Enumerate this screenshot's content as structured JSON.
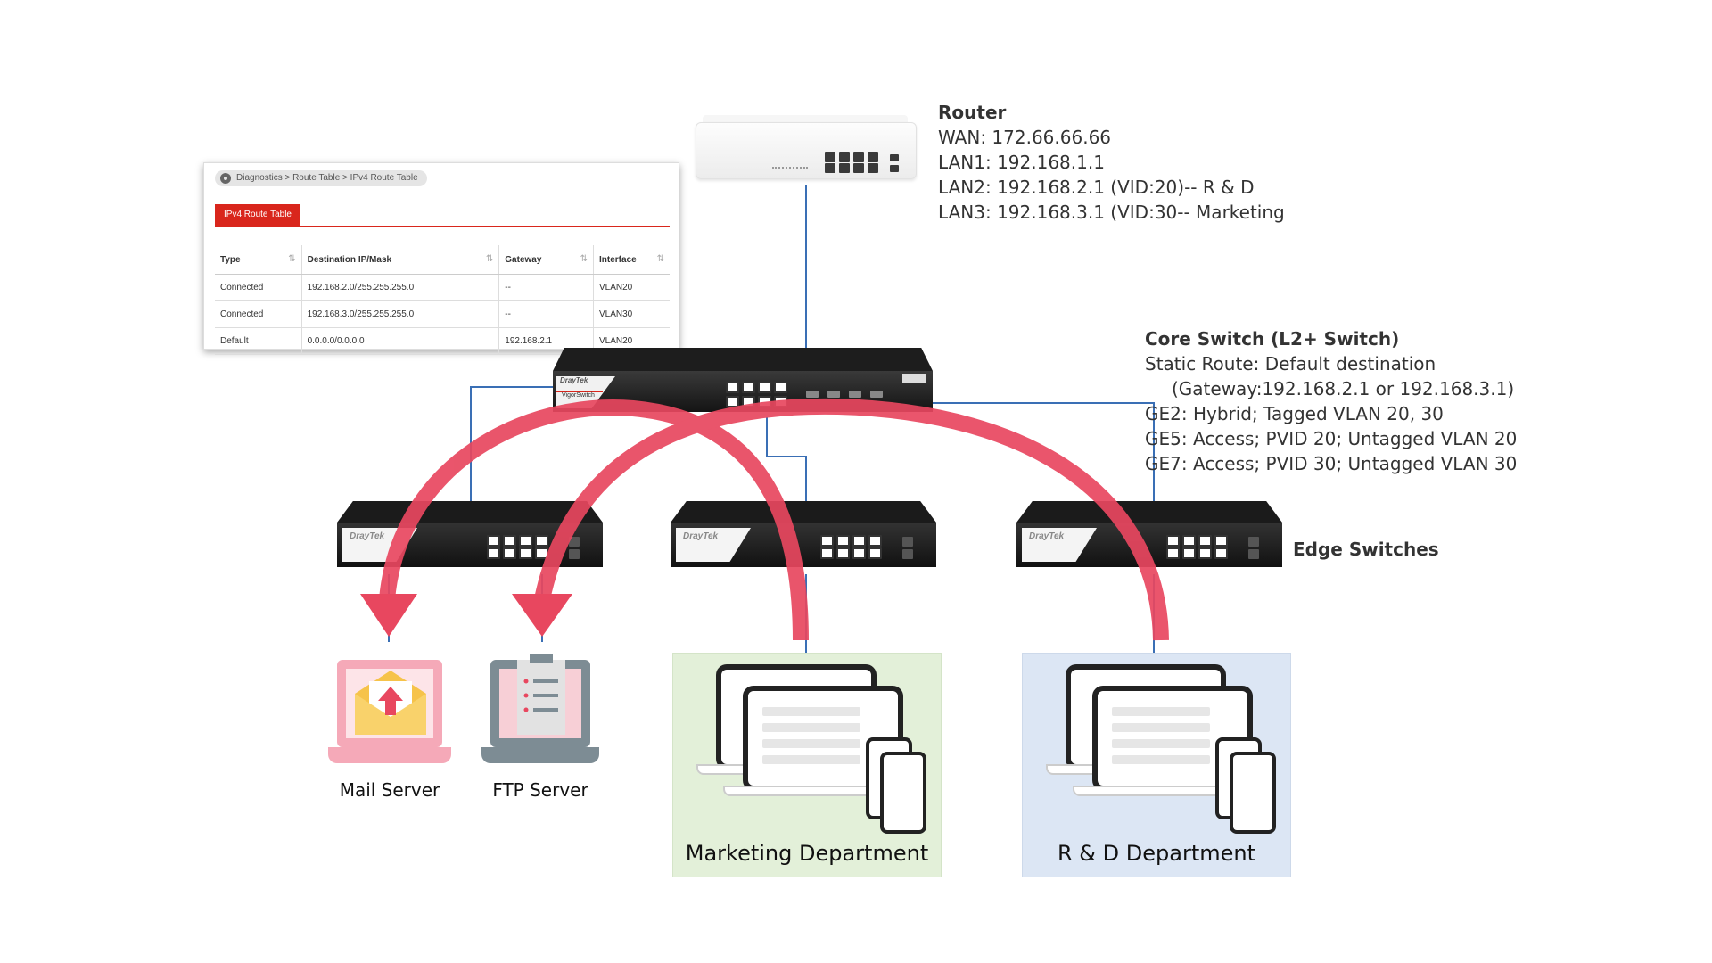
{
  "router": {
    "title": "Router",
    "lines": [
      "WAN: 172.66.66.66",
      "LAN1: 192.168.1.1",
      "LAN2: 192.168.2.1 (VID:20)-- R & D",
      "LAN3: 192.168.3.1 (VID:30-- Marketing"
    ]
  },
  "core_switch": {
    "title": "Core Switch (L2+ Switch)",
    "line1": "Static Route: Default destination",
    "line2": "(Gateway:192.168.2.1 or 192.168.3.1)",
    "line3": "GE2: Hybrid; Tagged VLAN 20, 30",
    "line4": "GE5: Access; PVID 20; Untagged VLAN 20",
    "line5": "GE7: Access; PVID 30; Untagged VLAN 30",
    "brand": "DrayTek",
    "model": "VigorSwitch"
  },
  "edge_switches": {
    "label": "Edge Switches",
    "brand": "DrayTek"
  },
  "route_table": {
    "breadcrumb": "Diagnostics > Route Table > IPv4 Route Table",
    "tab": "IPv4 Route Table",
    "columns": [
      "Type",
      "Destination IP/Mask",
      "Gateway",
      "Interface"
    ],
    "rows": [
      [
        "Connected",
        "192.168.2.0/255.255.255.0",
        "--",
        "VLAN20"
      ],
      [
        "Connected",
        "192.168.3.0/255.255.255.0",
        "--",
        "VLAN30"
      ],
      [
        "Default",
        "0.0.0.0/0.0.0.0",
        "192.168.2.1",
        "VLAN20"
      ]
    ]
  },
  "servers": {
    "mail": "Mail Server",
    "ftp": "FTP Server"
  },
  "departments": {
    "marketing": "Marketing Department",
    "rnd": "R & D Department"
  },
  "colors": {
    "wire": "#3a6fb5",
    "arrow": "#e8475f",
    "marketing_bg": "#e3f0d9",
    "rnd_bg": "#dce6f4",
    "tab_red": "#d9261c"
  }
}
